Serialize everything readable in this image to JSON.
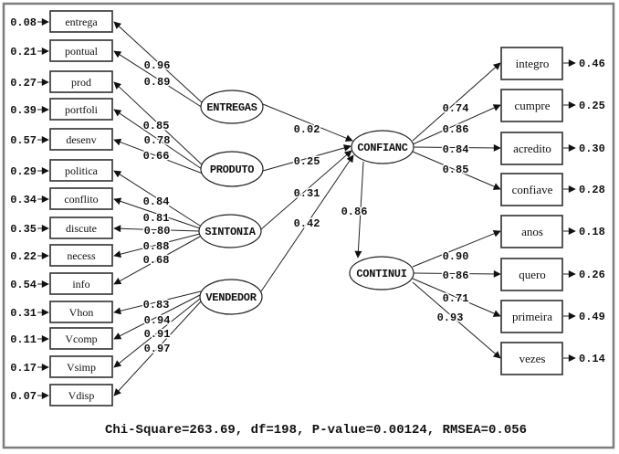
{
  "diagram": {
    "kind": "structural-equation-model-path-diagram",
    "background": "#ffffff",
    "line_color": "#222222",
    "border_color": "#7e7e7e"
  },
  "left": {
    "boxes": [
      "entrega",
      "pontual",
      "prod",
      "portfoli",
      "desenv",
      "politica",
      "conflito",
      "discute",
      "necess",
      "info",
      "Vhon",
      "Vcomp",
      "Vsimp",
      "Vdisp"
    ],
    "errors": [
      "0.08",
      "0.21",
      "0.27",
      "0.39",
      "0.57",
      "0.29",
      "0.34",
      "0.35",
      "0.22",
      "0.54",
      "0.31",
      "0.11",
      "0.17",
      "0.07"
    ],
    "loadings": [
      "0.96",
      "0.89",
      "0.85",
      "0.78",
      "0.66",
      "0.84",
      "0.81",
      "0.80",
      "0.88",
      "0.68",
      "0.83",
      "0.94",
      "0.91",
      "0.97"
    ]
  },
  "factors": {
    "exogenous": [
      "ENTREGAS",
      "PRODUTO",
      "SINTONIA",
      "VENDEDOR"
    ],
    "endogenous": [
      "CONFIANC",
      "CONTINUI"
    ]
  },
  "paths": {
    "to_confianc": [
      "0.02",
      "0.25",
      "0.31",
      "0.42"
    ],
    "confianc_to_continui": "0.86"
  },
  "right": {
    "boxes": [
      "integro",
      "cumpre",
      "acredito",
      "confiave",
      "anos",
      "quero",
      "primeira",
      "vezes"
    ],
    "errors": [
      "0.46",
      "0.25",
      "0.30",
      "0.28",
      "0.18",
      "0.26",
      "0.49",
      "0.14"
    ],
    "loadings": [
      "0.74",
      "0.86",
      "0.84",
      "0.85",
      "0.90",
      "0.86",
      "0.71",
      "0.93"
    ]
  },
  "footer": {
    "fit_text": "Chi-Square=263.69, df=198, P-value=0.00124, RMSEA=0.056"
  }
}
